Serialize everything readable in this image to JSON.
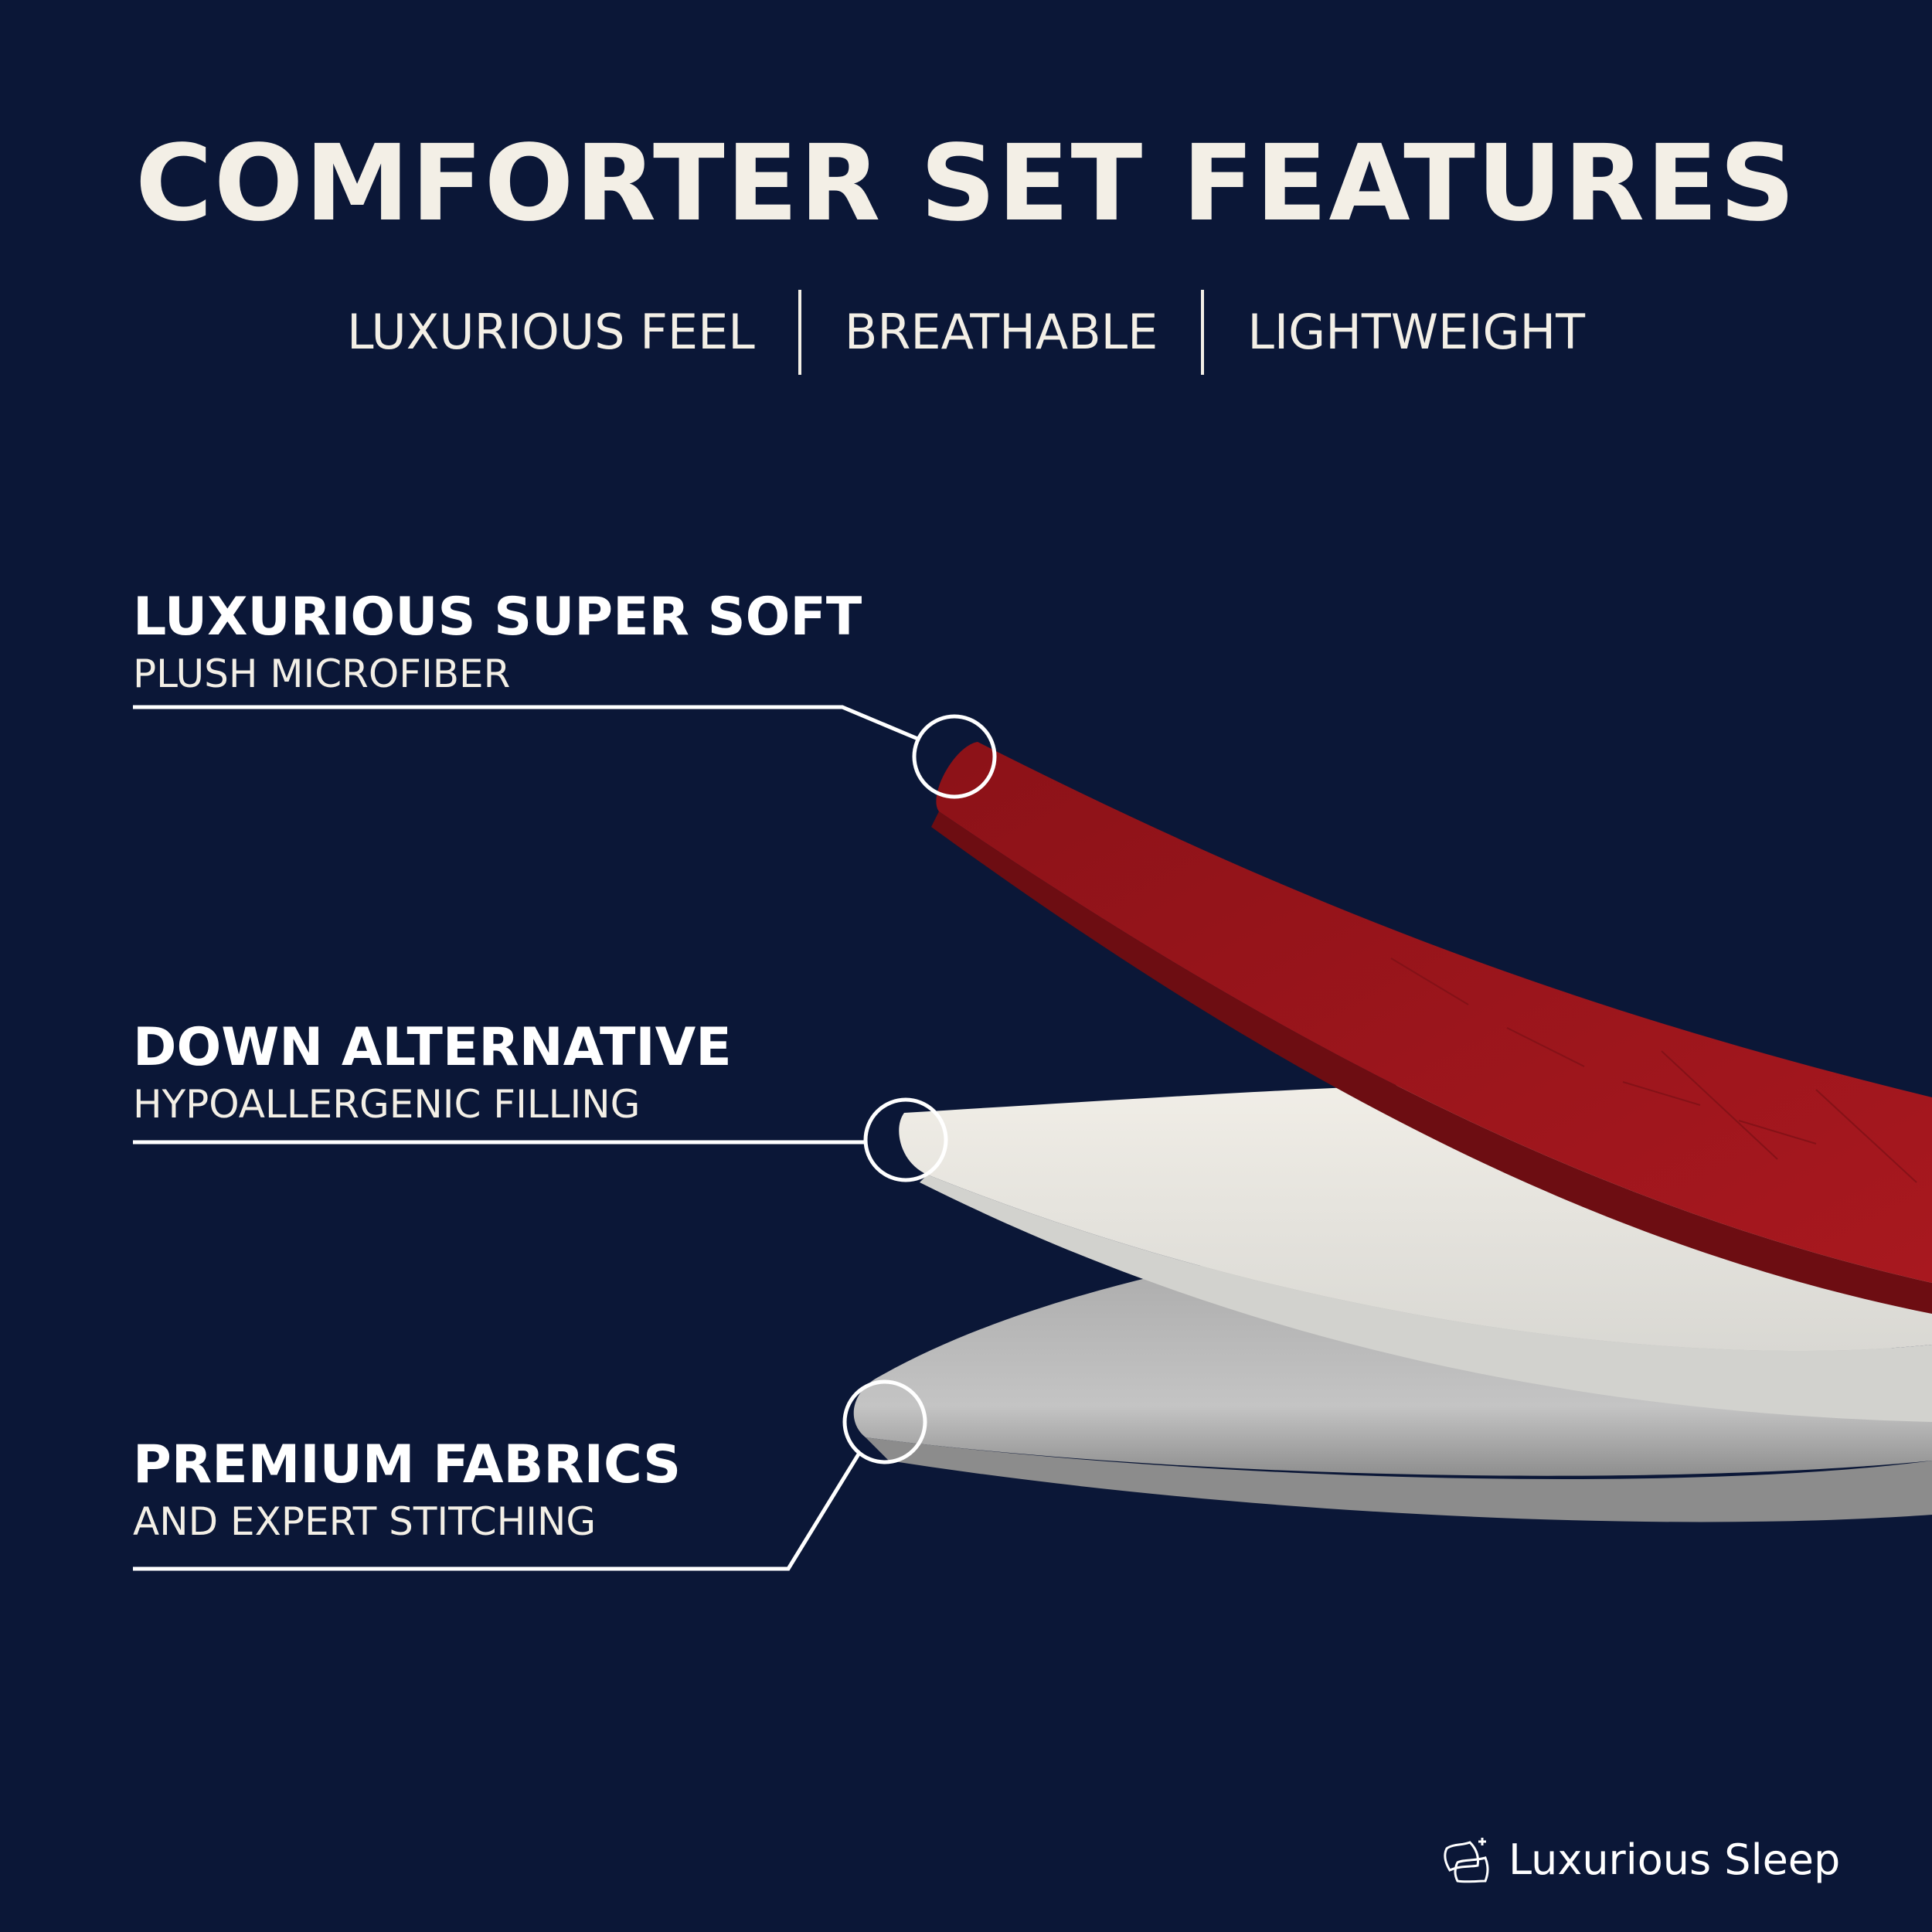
{
  "header": {
    "title": "COMFORTER SET FEATURES",
    "features": [
      "LUXURIOUS FEEL",
      "BREATHABLE",
      "LIGHTWEIGHT"
    ]
  },
  "callouts": [
    {
      "heading": "LUXURIOUS SUPER SOFT",
      "subheading": "PLUSH MICROFIBER"
    },
    {
      "heading": "DOWN ALTERNATIVE",
      "subheading": "HYPOALLERGENIC FILLING"
    },
    {
      "heading": "PREMIUM FABRICS",
      "subheading": "AND EXPERT STITCHING"
    }
  ],
  "brand": {
    "name": "Luxurious Sleep",
    "icon": "pillow-logo-icon"
  },
  "colors": {
    "background": "#0b1737",
    "text": "#f3efe6",
    "top_layer": "#a3161d",
    "middle_layer": "#eeebe4",
    "bottom_layer": "#b7b7b7"
  }
}
